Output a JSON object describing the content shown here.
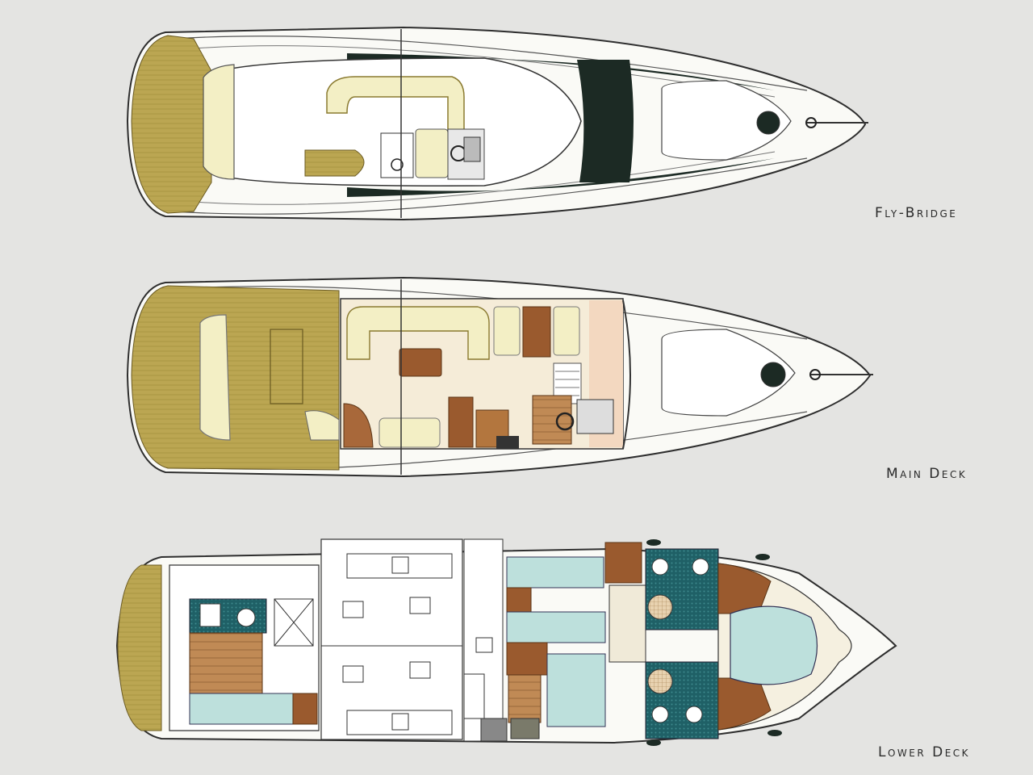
{
  "labels": {
    "fly_bridge": "Fly-Bridge",
    "main_deck": "Main Deck",
    "lower_deck": "Lower Deck"
  },
  "colors": {
    "background": "#e4e4e2",
    "teak": "#b9a650",
    "cushion": "#f3efc5",
    "hull_white": "#fafaf6",
    "window_dark": "#1c2a24",
    "wood": "#9a5a2e",
    "bed_blue": "#bde0dc",
    "tile_teal": "#1f6066",
    "floor_light": "#f0ead8",
    "line": "#2e2e2e"
  }
}
